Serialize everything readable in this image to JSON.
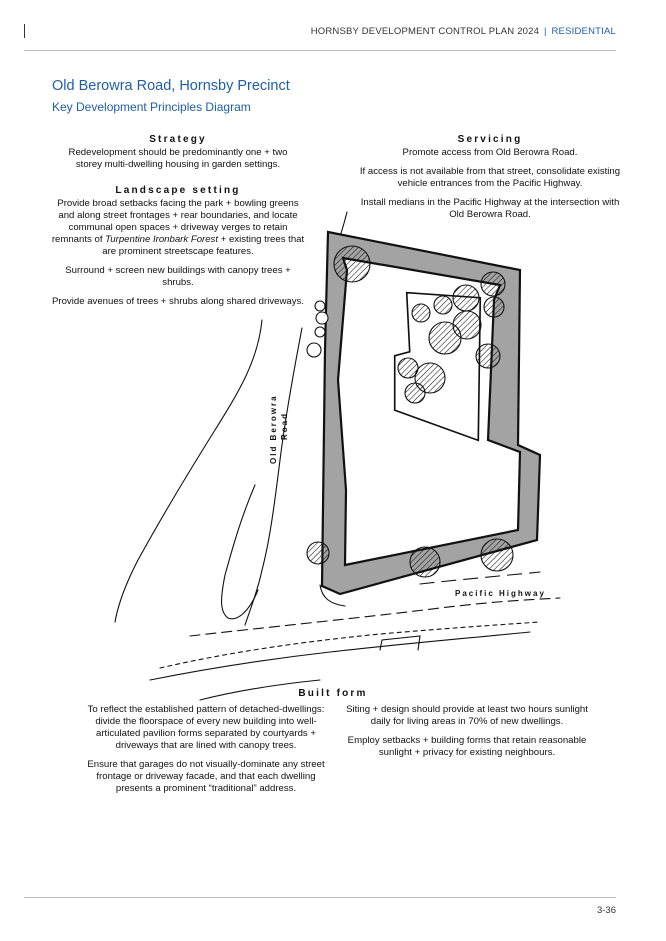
{
  "header": {
    "doc_title": "HORNSBY DEVELOPMENT CONTROL PLAN 2024",
    "separator": "|",
    "section": "RESIDENTIAL"
  },
  "title": "Old Berowra Road, Hornsby Precinct",
  "subtitle": "Key Development Principles Diagram",
  "strategy": {
    "heading": "Strategy",
    "paragraphs": [
      "Redevelopment should be predominantly one + two storey multi-dwelling housing in garden settings."
    ]
  },
  "landscape": {
    "heading": "Landscape setting",
    "p1_before": "Provide broad setbacks facing the park + bowling greens and along street frontages + rear boundaries, and locate communal open spaces + driveway verges to retain remnants of ",
    "p1_italic": "Turpentine Ironbark Forest",
    "p1_after": " + existing trees that are prominent streetscape features.",
    "p2": "Surround + screen new buildings with canopy trees + shrubs.",
    "p3": "Provide avenues of trees + shrubs along shared driveways."
  },
  "servicing": {
    "heading": "Servicing",
    "p1": "Promote access from Old Berowra Road.",
    "p2": "If access is not available from that street, consolidate existing vehicle entrances from the Pacific Highway.",
    "p3": "Install medians in the Pacific Highway at the intersection with Old Berowra Road."
  },
  "diagram": {
    "road_label_vertical": "Old Berowra Road",
    "road_label_line1": "Old Berowra",
    "road_label_line2": "Road",
    "highway_label": "Pacific Highway",
    "colors": {
      "setback_fill": "#a3a3a3",
      "outline": "#111111"
    }
  },
  "built_form": {
    "heading": "Built form",
    "left_p1": "To reflect the established pattern of detached-dwellings: divide the floorspace of every new building into well-articulated pavilion forms separated by courtyards + driveways that are lined with canopy trees.",
    "left_p2": "Ensure that garages do not visually-dominate any street frontage or driveway facade, and that each dwelling presents a prominent “traditional” address.",
    "right_p1": "Siting + design should provide at least two hours sunlight daily for living areas in 70% of new dwellings.",
    "right_p2": "Employ setbacks + building forms that retain reasonable sunlight + privacy for existing neighbours."
  },
  "footer": {
    "page_number": "3-36"
  }
}
